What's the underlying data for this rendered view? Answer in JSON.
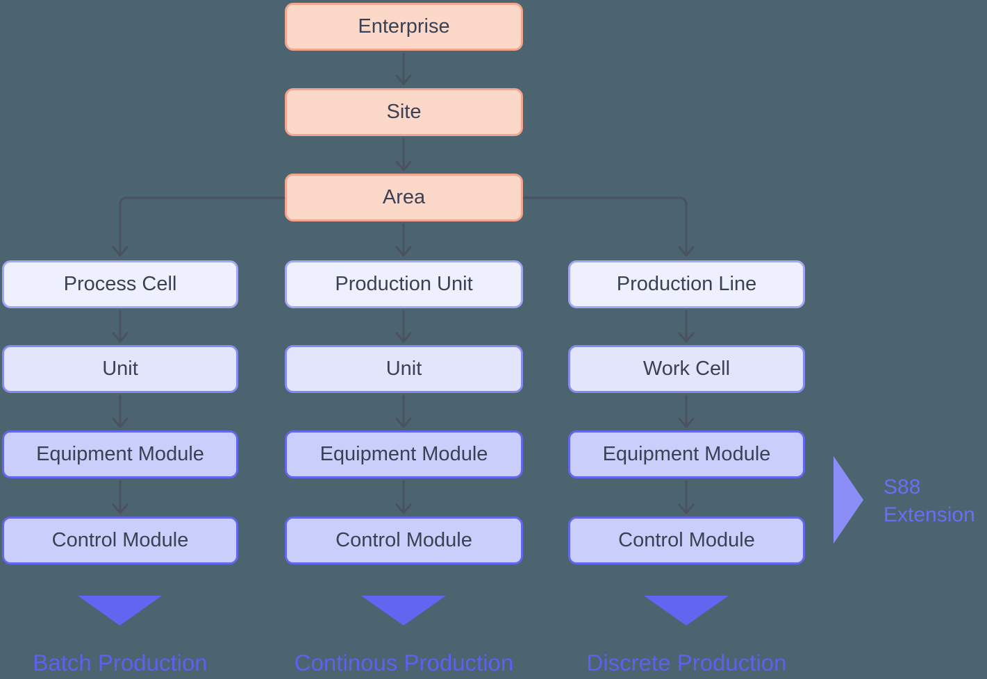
{
  "top_chain": [
    {
      "label": "Enterprise"
    },
    {
      "label": "Site"
    },
    {
      "label": "Area"
    }
  ],
  "columns": [
    {
      "name": "batch",
      "nodes": [
        "Process Cell",
        "Unit",
        "Equipment Module",
        "Control Module"
      ],
      "footer_label": "Batch Production"
    },
    {
      "name": "continuous",
      "nodes": [
        "Production Unit",
        "Unit",
        "Equipment Module",
        "Control Module"
      ],
      "footer_label": "Continous Production"
    },
    {
      "name": "discrete",
      "nodes": [
        "Production Line",
        "Work Cell",
        "Equipment Module",
        "Control Module"
      ],
      "footer_label": "Discrete Production"
    }
  ],
  "s88": {
    "line1": "S88",
    "line2": "Extension"
  },
  "colors": {
    "bg": "#4b646f",
    "peach-fill": "#fcd8c9",
    "peach-border": "#f4a58e",
    "tier1-fill": "#eef0fd",
    "tier1-border": "#a2a7f4",
    "tier2-fill": "#e2e5fc",
    "tier2-border": "#868bf1",
    "tier3-fill": "#c9cefb",
    "tier3-border": "#6367ee",
    "text-dark": "#3a4154",
    "connector": "#4a5262",
    "accent": "#6165f0",
    "accent-text": "#5c61ef",
    "s88-arrow": "#8a8ef6",
    "s88-text": "#6a6ef2"
  }
}
